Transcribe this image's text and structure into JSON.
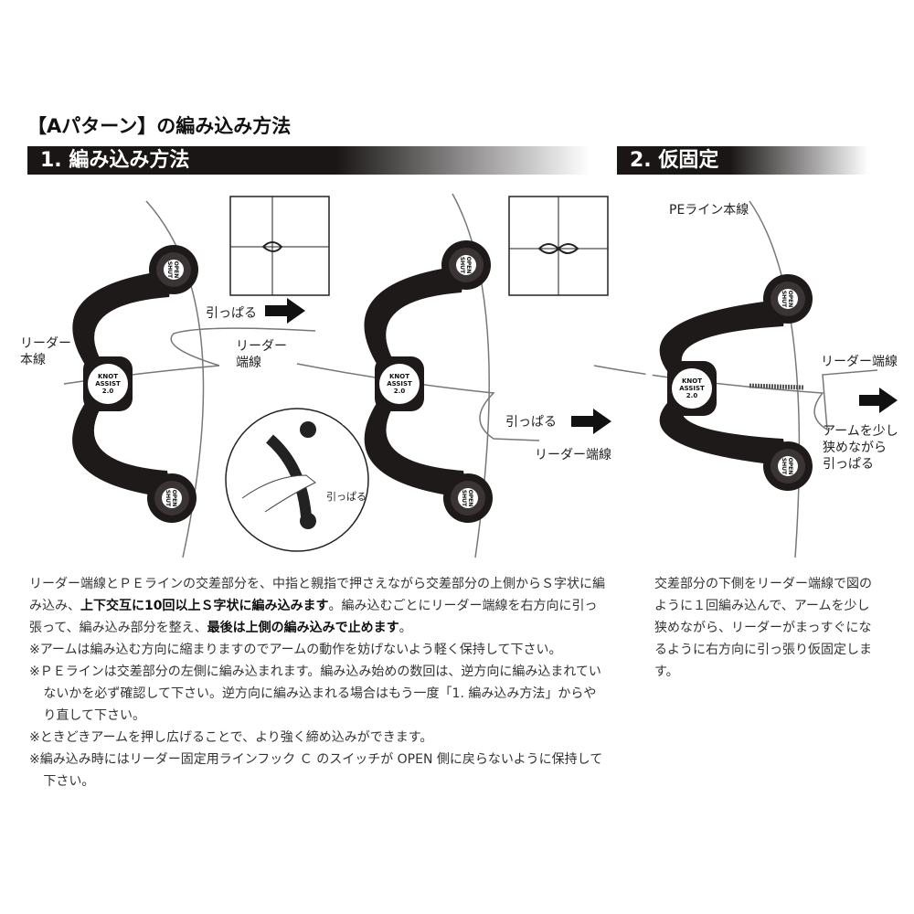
{
  "title": "【Aパターン】の編み込み方法",
  "section1": {
    "heading": "1. 編み込み方法"
  },
  "section2": {
    "heading": "2. 仮固定"
  },
  "tool": {
    "knob_top": "OPEN",
    "knob_bottom": "SHUT",
    "center_line1": "KNOT",
    "center_line2": "ASSIST",
    "center_line3": "2.0"
  },
  "labels": {
    "leader_main_1": "リーダー",
    "leader_main_2": "本線",
    "pull_1": "引っぱる",
    "leader_end_1a": "リーダー",
    "leader_end_1b": "端線",
    "pull_inset": "引っぱる",
    "pull_2": "引っぱる",
    "leader_end_2": "リーダー端線",
    "pe_main": "PEライン本線",
    "leader_end_3": "リーダー端線",
    "arm_note_1": "アームを少し",
    "arm_note_2": "狭めながら",
    "arm_note_3": "引っぱる"
  },
  "text1": {
    "p1_a": "リーダー端線とＰＥラインの交差部分を、中指と親指で押さえながら交差部分の上側からＳ字状に編み込み、",
    "p1_b": "上下交互に10回以上Ｓ字状に編み込みます",
    "p1_c": "。編み込むごとにリーダー端線を右方向に引っ張って、編み込み部分を整え、",
    "p1_d": "最後は上側の編み込みで止めます",
    "p1_e": "。",
    "notes": [
      "※アームは編み込む方向に縮まりますのでアームの動作を妨げないよう軽く保持して下さい。",
      "※ＰＥラインは交差部分の左側に編み込まれます。編み込み始めの数回は、逆方向に編み込まれていないかを必ず確認して下さい。逆方向に編み込まれる場合はもう一度「1. 編み込み方法」からやり直して下さい。",
      "※ときどきアームを押し広げることで、より強く締め込みができます。",
      "※編み込み時にはリーダー固定用ラインフック Ｃ のスイッチが OPEN 側に戻らないように保持して下さい。"
    ]
  },
  "text2": {
    "p": "交差部分の下側をリーダー端線で図のように１回編み込んで、アームを少し狭めながら、リーダーがまっすぐになるように右方向に引っ張り仮固定します。"
  },
  "colors": {
    "bar": "#1a1616",
    "tool": "#1e1a1a",
    "line": "#888888"
  }
}
